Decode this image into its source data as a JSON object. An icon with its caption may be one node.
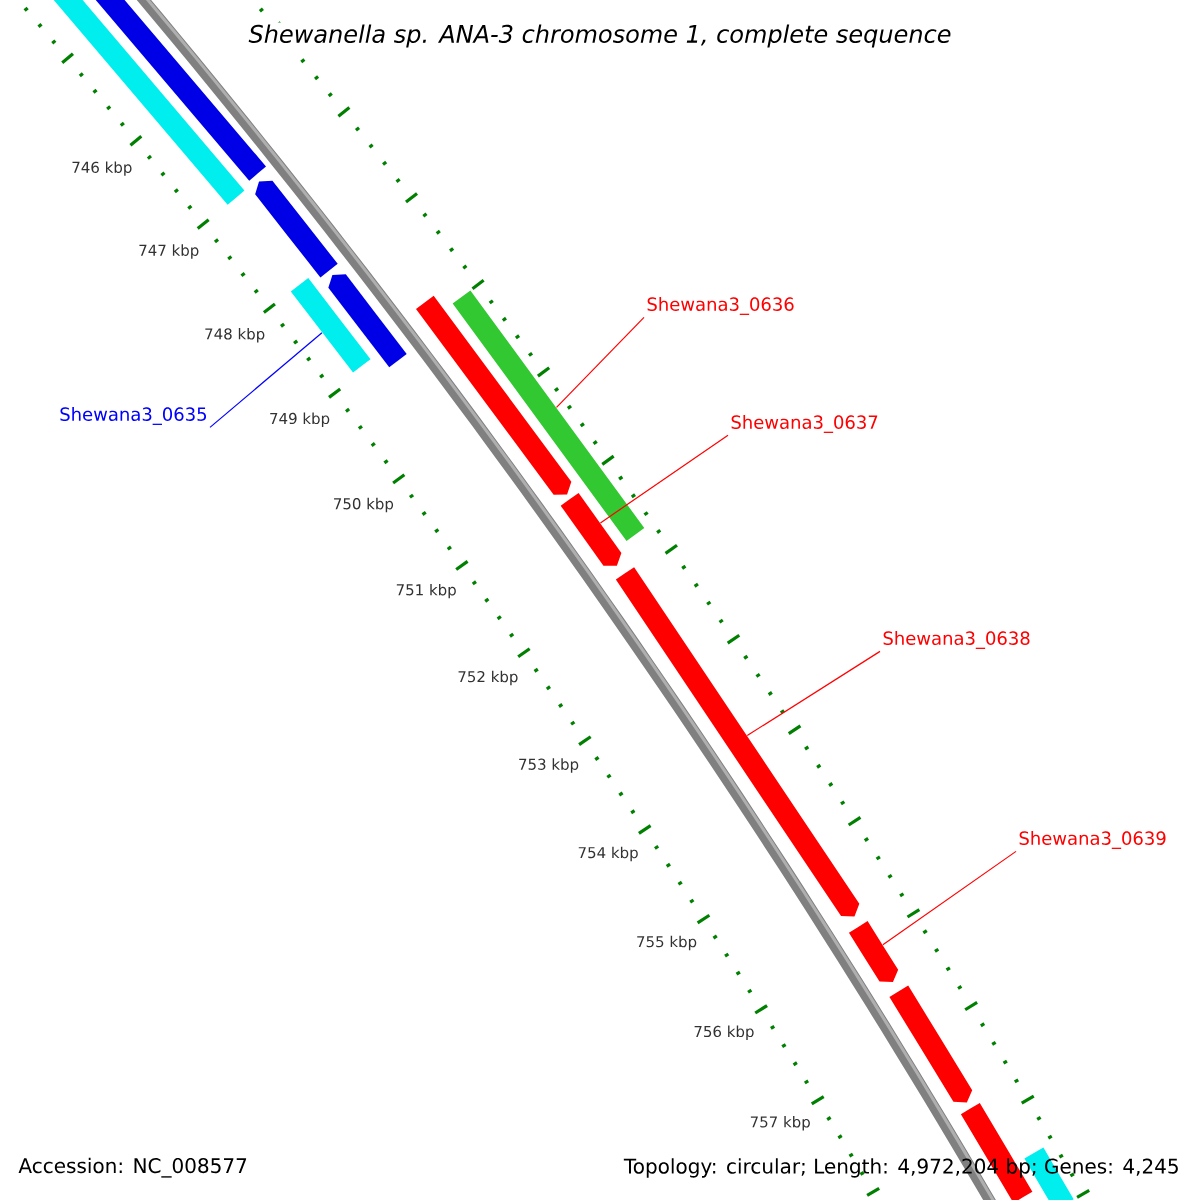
{
  "diagram": {
    "title": "Shewanella sp. ANA-3 chromosome 1, complete sequence",
    "nodes": [
      {
        "text": [],
        "shape": "bar"
      },
      {
        "text": [],
        "shape": "bar"
      },
      {
        "text": [],
        "shape": "bar"
      },
      {
        "text": [],
        "shape": "bar"
      },
      {
        "text": [],
        "shape": "bar"
      },
      {
        "text": [],
        "shape": "bar"
      },
      {
        "text": [],
        "shape": "bar"
      },
      {
        "text": [],
        "shape": "bar"
      },
      {
        "text": [],
        "shape": "bar"
      },
      {
        "text": [],
        "shape": "bar"
      },
      {
        "text": [],
        "shape": "bar"
      },
      {
        "text": [],
        "shape": "bar"
      },
      {
        "text": [],
        "shape": "bar"
      },
      {
        "text": [
          "Shewana3_0635"
        ]
      },
      {
        "text": [
          "Shewana3_0636"
        ]
      },
      {
        "text": [
          "Shewana3_0637"
        ]
      },
      {
        "text": [
          "Shewana3_0638"
        ]
      },
      {
        "text": [
          "Shewana3_0639"
        ]
      }
    ],
    "edges": [
      {
        "from": 13,
        "to": 3,
        "arrow": "none",
        "color": "#0000ff"
      },
      {
        "from": 14,
        "to": 6,
        "arrow": "none"
      },
      {
        "from": 15,
        "to": 7,
        "arrow": "none"
      },
      {
        "from": 16,
        "to": 8,
        "arrow": "none"
      },
      {
        "from": 17,
        "to": 9,
        "arrow": "none"
      }
    ],
    "labels": [
      "746 kbp",
      "747 kbp",
      "748 kbp",
      "749 kbp",
      "750 kbp",
      "751 kbp",
      "752 kbp",
      "753 kbp",
      "754 kbp",
      "755 kbp",
      "756 kbp",
      "757 kbp",
      "Accession: NC_008577",
      "Topology: circular; Length: 4,972,204 bp; Genes: 4,245"
    ]
  }
}
